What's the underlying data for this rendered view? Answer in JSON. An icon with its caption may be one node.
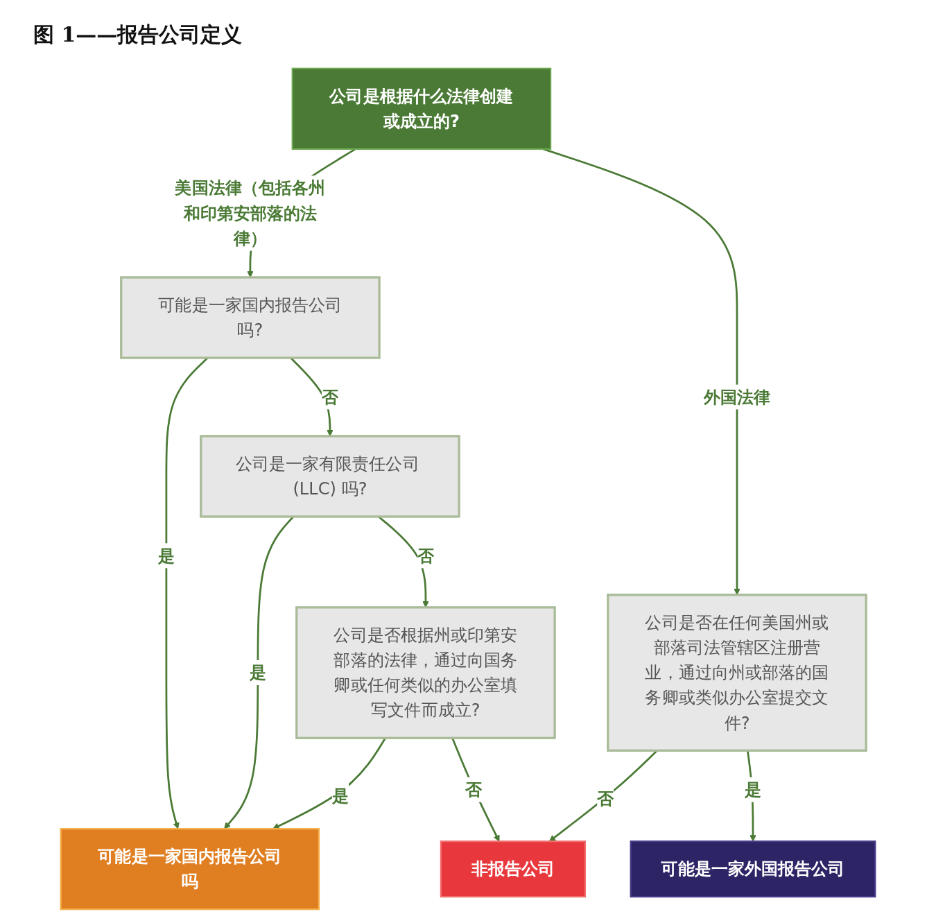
{
  "diagram": {
    "title": "图 1——报告公司定义",
    "nodes": [
      {
        "text": [
          "公司是根据什么法律创建或成立的?"
        ]
      },
      {
        "text": [
          "可能是一家国内报告公司吗?"
        ]
      },
      {
        "text": [
          "公司是一家有限责任公司 (LLC) 吗?"
        ]
      },
      {
        "text": [
          "公司是否根据州或印第安部落的法律，通过向国务卿或任何类似的办公室填写文件而成立?"
        ]
      },
      {
        "text": [
          "可能是一家国内报告公司吗"
        ]
      },
      {
        "text": [
          "公司是否在任何美国州或部落司法管辖区注册营业，通过向州或部落的国务卿或类似办公室提交文件?"
        ]
      },
      {
        "text": [
          "可能是一家外国报告公司"
        ]
      },
      {
        "text": [
          "非报告公司"
        ]
      }
    ],
    "edges": [
      {
        "from": 0,
        "to": 1,
        "arrow": "to",
        "label": "美国法律（包括各州和印第安部落的法律）"
      },
      {
        "from": 0,
        "to": 5,
        "arrow": "to",
        "label": "外国法律"
      },
      {
        "from": 1,
        "to": 4,
        "arrow": "to",
        "label": "是"
      },
      {
        "from": 1,
        "to": 2,
        "arrow": "to",
        "label": "否"
      },
      {
        "from": 2,
        "to": 4,
        "arrow": "to",
        "label": "是"
      },
      {
        "from": 2,
        "to": 3,
        "arrow": "to",
        "label": "否"
      },
      {
        "from": 3,
        "to": 4,
        "arrow": "to",
        "label": "是"
      },
      {
        "from": 3,
        "to": 7,
        "arrow": "to",
        "label": "否"
      },
      {
        "from": 5,
        "to": 6,
        "arrow": "to",
        "label": "是"
      },
      {
        "from": 5,
        "to": 7,
        "arrow": "to",
        "label": "否"
      }
    ]
  }
}
